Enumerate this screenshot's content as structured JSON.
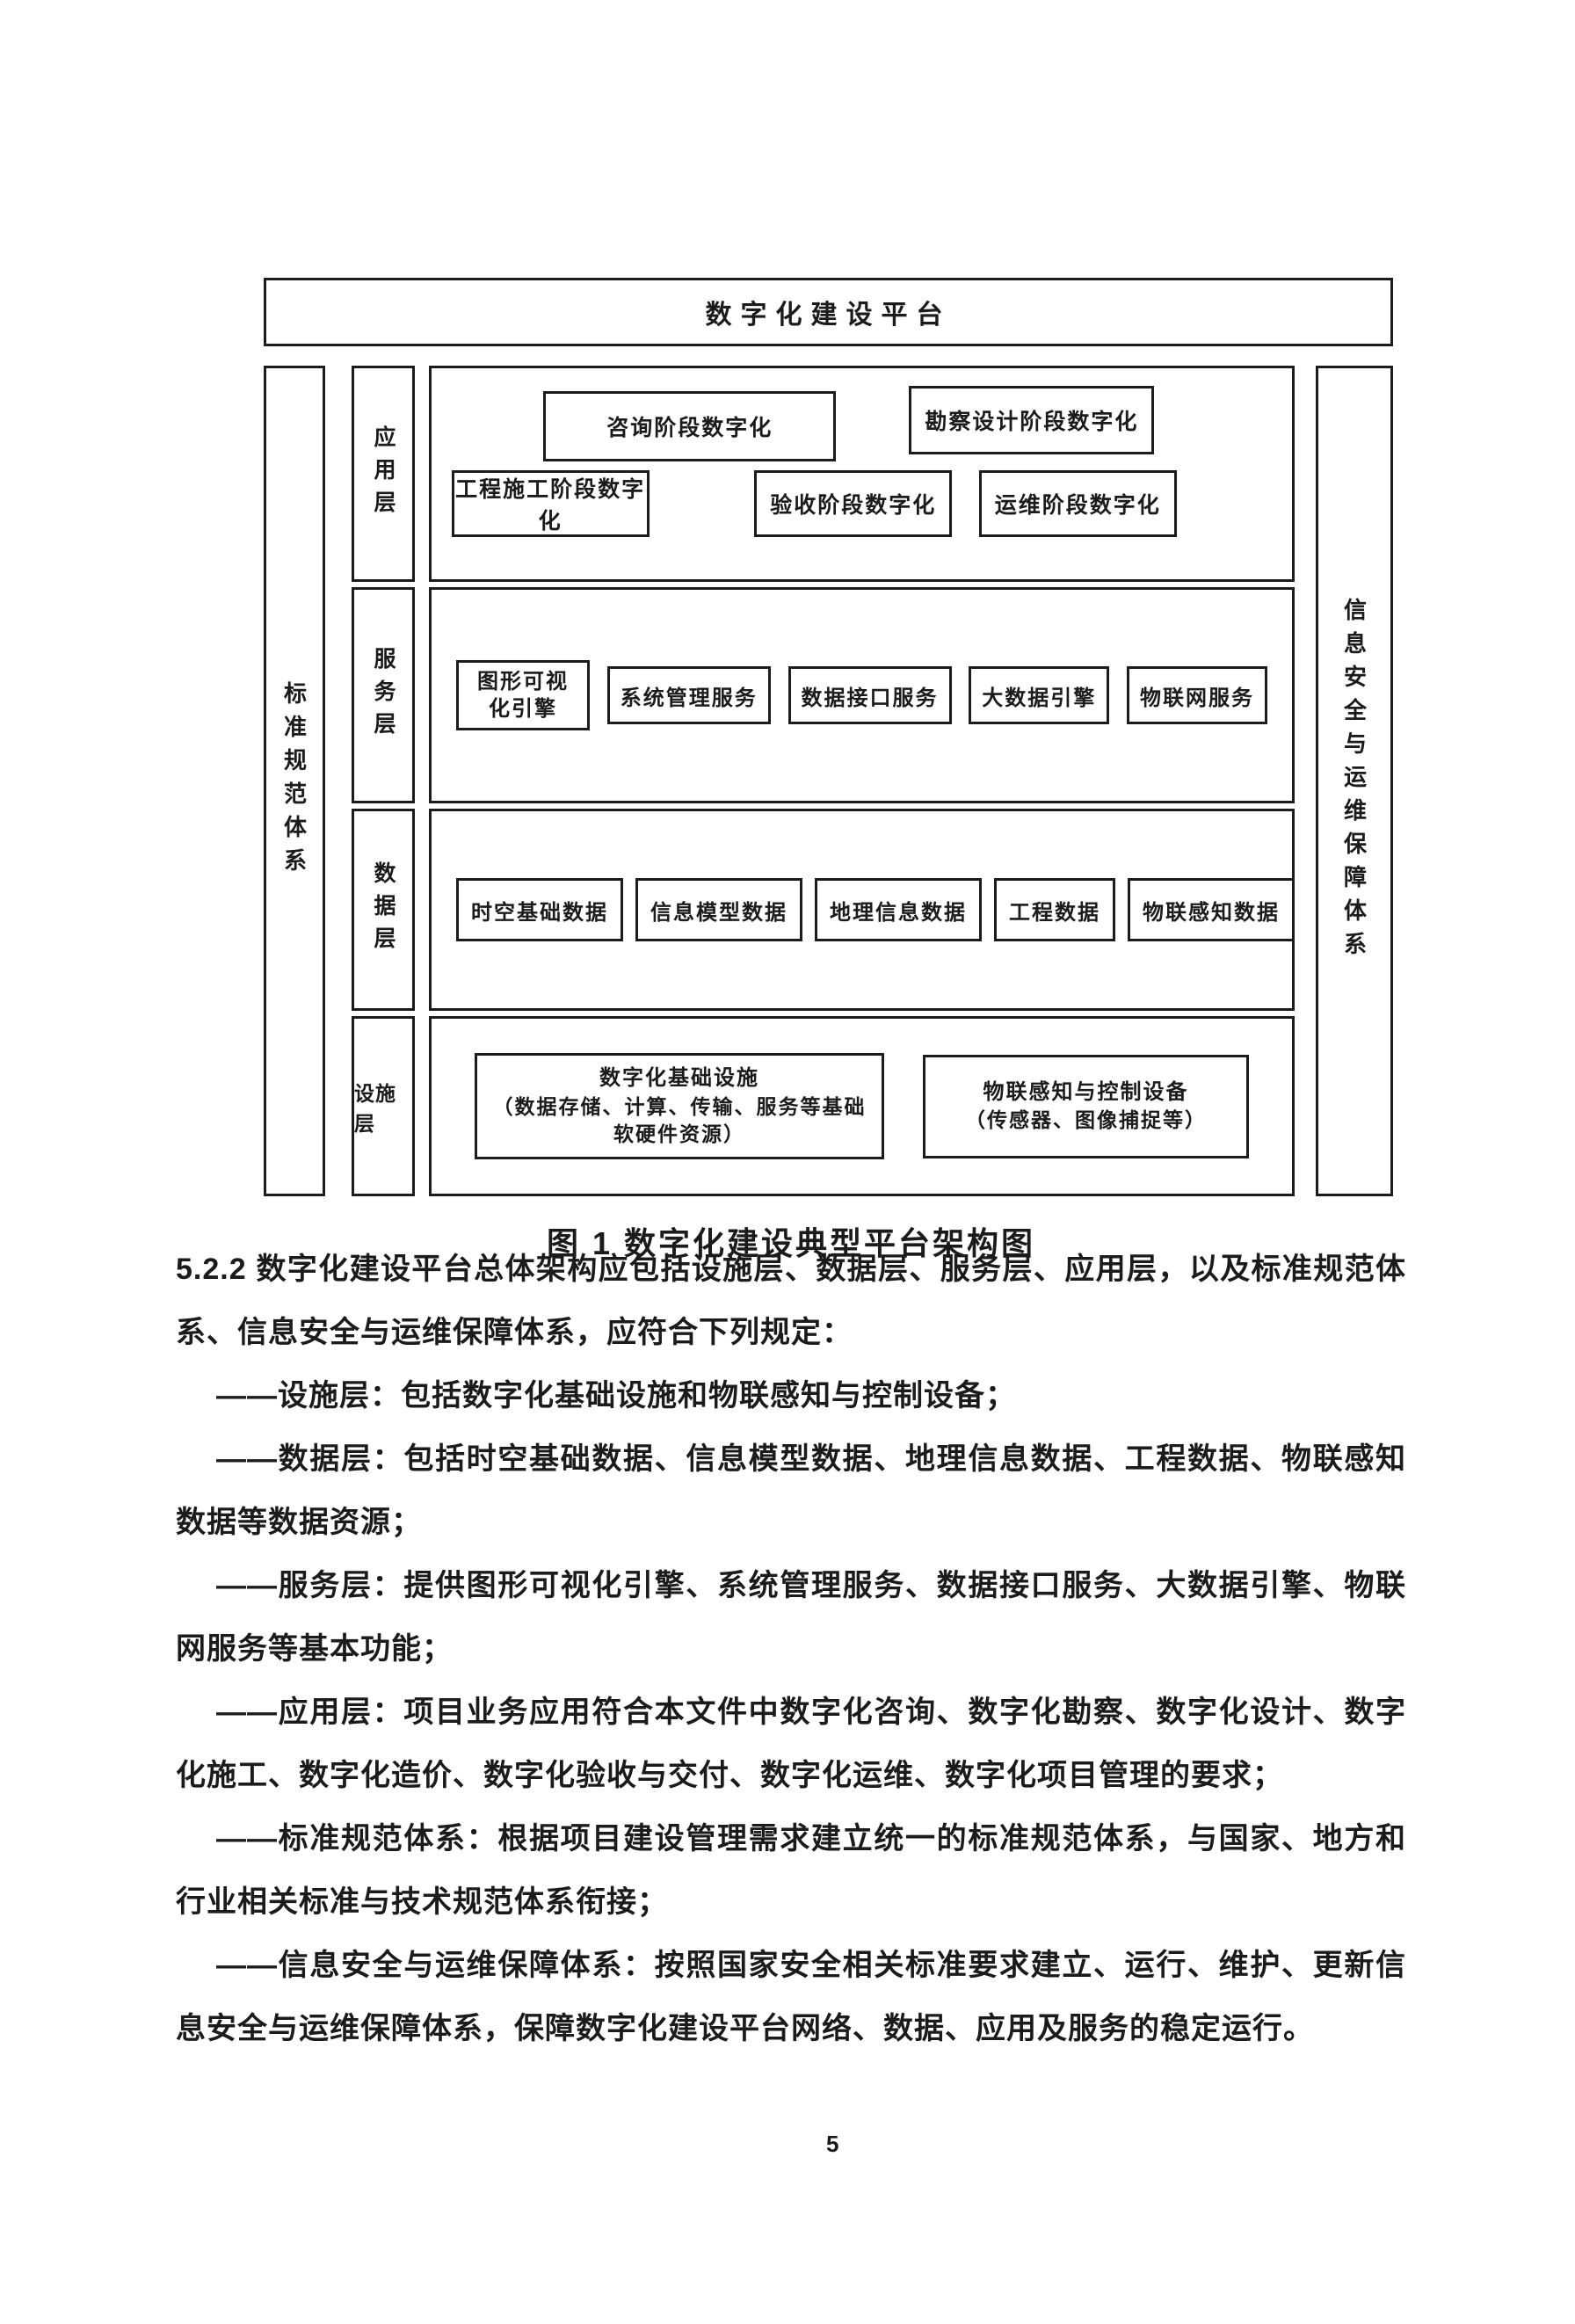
{
  "figure": {
    "title": "数字化建设平台",
    "left_bar": "标准规范体系",
    "right_bar": "信息安全与运维保障体系",
    "app_layer": {
      "label": "应用层",
      "row1": [
        "咨询阶段数字化",
        "勘察设计阶段数字化"
      ],
      "row2": [
        "工程施工阶段数字化",
        "验收阶段数字化",
        "运维阶段数字化"
      ]
    },
    "service_layer": {
      "label": "服务层",
      "items": [
        "图形可视化引擎",
        "系统管理服务",
        "数据接口服务",
        "大数据引擎",
        "物联网服务"
      ]
    },
    "data_layer": {
      "label": "数据层",
      "items": [
        "时空基础数据",
        "信息模型数据",
        "地理信息数据",
        "工程数据",
        "物联感知数据"
      ]
    },
    "facility_layer": {
      "label": "设施层",
      "items": [
        {
          "title": "数字化基础设施",
          "sub": "（数据存储、计算、传输、服务等基础软硬件资源）"
        },
        {
          "title": "物联感知与控制设备",
          "sub": "（传感器、图像捕捉等）"
        }
      ]
    }
  },
  "caption": "图 1 数字化建设典型平台架构图",
  "document": {
    "paragraphs": [
      "5.2.2 数字化建设平台总体架构应包括设施层、数据层、服务层、应用层，以及标准规范体系、信息安全与运维保障体系，应符合下列规定：",
      "——设施层：包括数字化基础设施和物联感知与控制设备；",
      "——数据层：包括时空基础数据、信息模型数据、地理信息数据、工程数据、物联感知数据等数据资源；",
      "——服务层：提供图形可视化引擎、系统管理服务、数据接口服务、大数据引擎、物联网服务等基本功能；",
      "——应用层：项目业务应用符合本文件中数字化咨询、数字化勘察、数字化设计、数字化施工、数字化造价、数字化验收与交付、数字化运维、数字化项目管理的要求；",
      "——标准规范体系：根据项目建设管理需求建立统一的标准规范体系，与国家、地方和行业相关标准与技术规范体系衔接；",
      "——信息安全与运维保障体系：按照国家安全相关标准要求建立、运行、维护、更新信息安全与运维保障体系，保障数字化建设平台网络、数据、应用及服务的稳定运行。"
    ]
  },
  "page_number": "5"
}
